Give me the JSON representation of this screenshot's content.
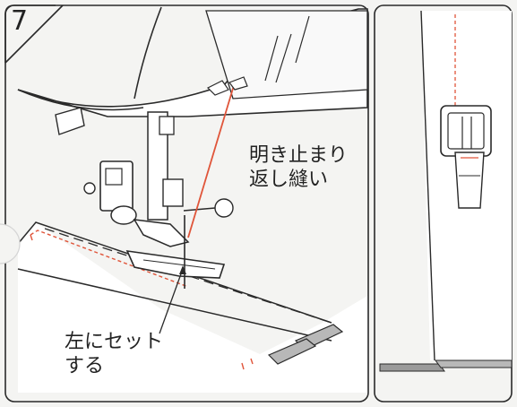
{
  "step": {
    "number": "7"
  },
  "callouts": {
    "backstitch_line1": "明き止まり",
    "backstitch_line2": "返し縫い",
    "set_left_line1": "左にセット",
    "set_left_line2": "する"
  },
  "colors": {
    "stitch_guide": "#e0553a",
    "outline": "#2a2a2a",
    "machine_fill": "#ffffff",
    "background": "#f4f4f2",
    "fabric_shadow": "#9a9a9a"
  },
  "icons": {
    "presser_foot": "presser-foot-icon",
    "needle": "needle-icon"
  }
}
